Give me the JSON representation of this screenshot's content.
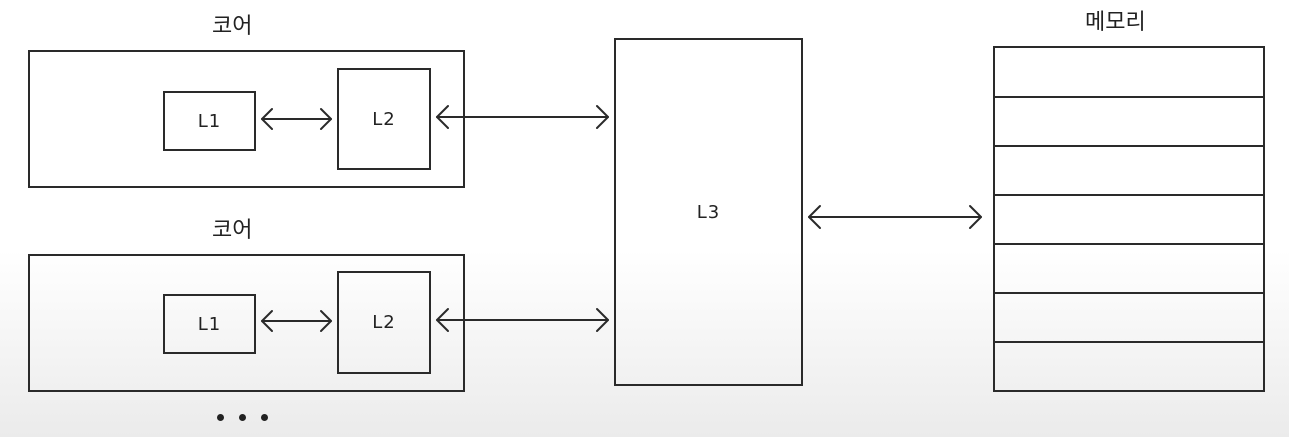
{
  "cores": [
    {
      "title": "코어",
      "l1_label": "L1",
      "l2_label": "L2"
    },
    {
      "title": "코어",
      "l1_label": "L1",
      "l2_label": "L2"
    }
  ],
  "l3": {
    "label": "L3"
  },
  "memory": {
    "title": "메모리",
    "rows": 7
  }
}
